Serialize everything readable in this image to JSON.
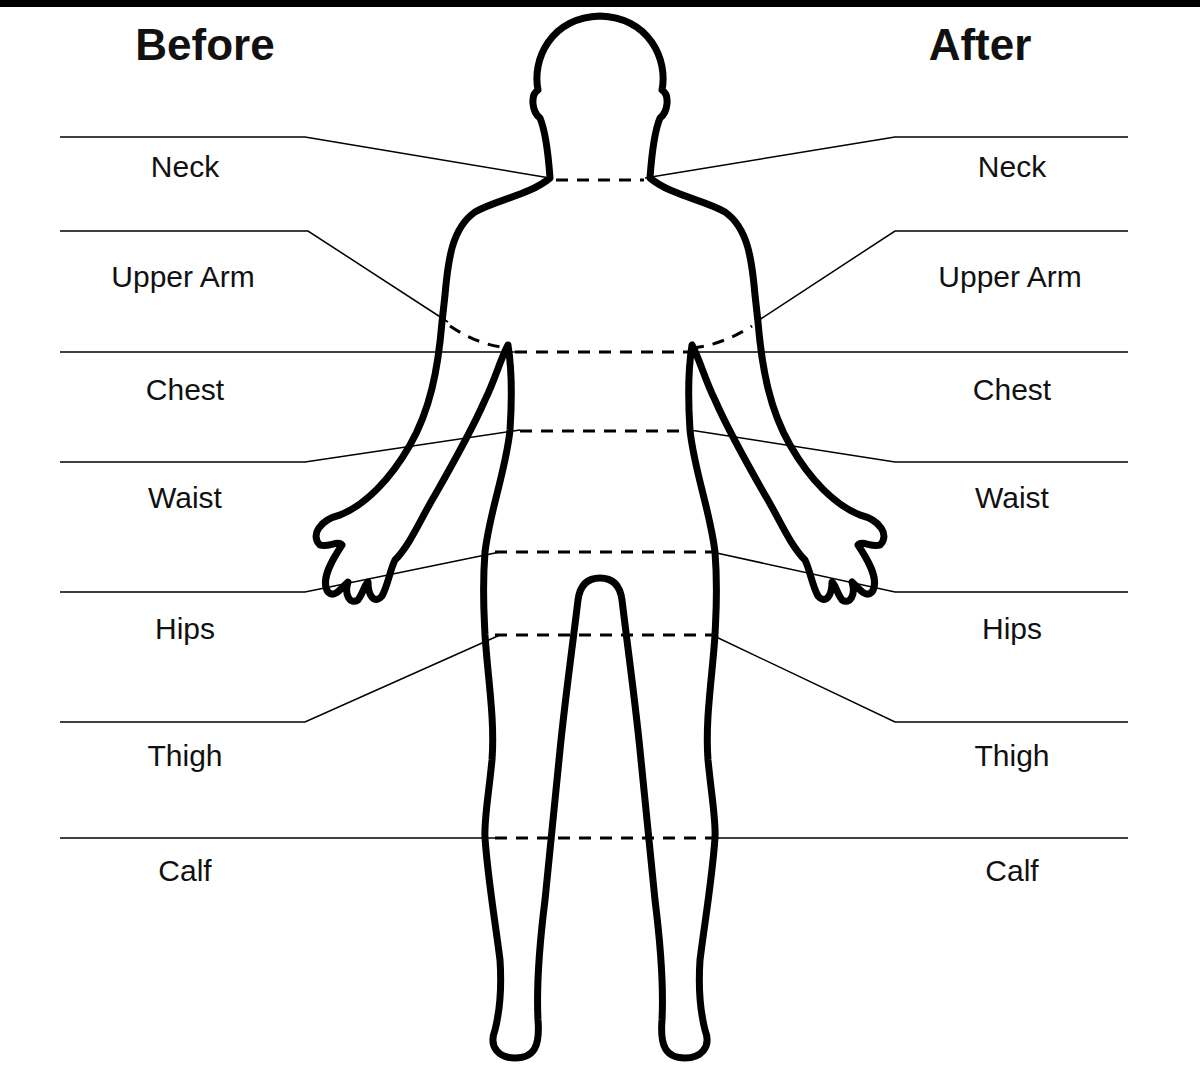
{
  "diagram": {
    "labels": [
      "Before",
      "After",
      "Neck",
      "Neck",
      "Upper Arm",
      "Upper Arm",
      "Chest",
      "Chest",
      "Waist",
      "Waist",
      "Hips",
      "Hips",
      "Thigh",
      "Thigh",
      "Calf",
      "Calf"
    ]
  }
}
